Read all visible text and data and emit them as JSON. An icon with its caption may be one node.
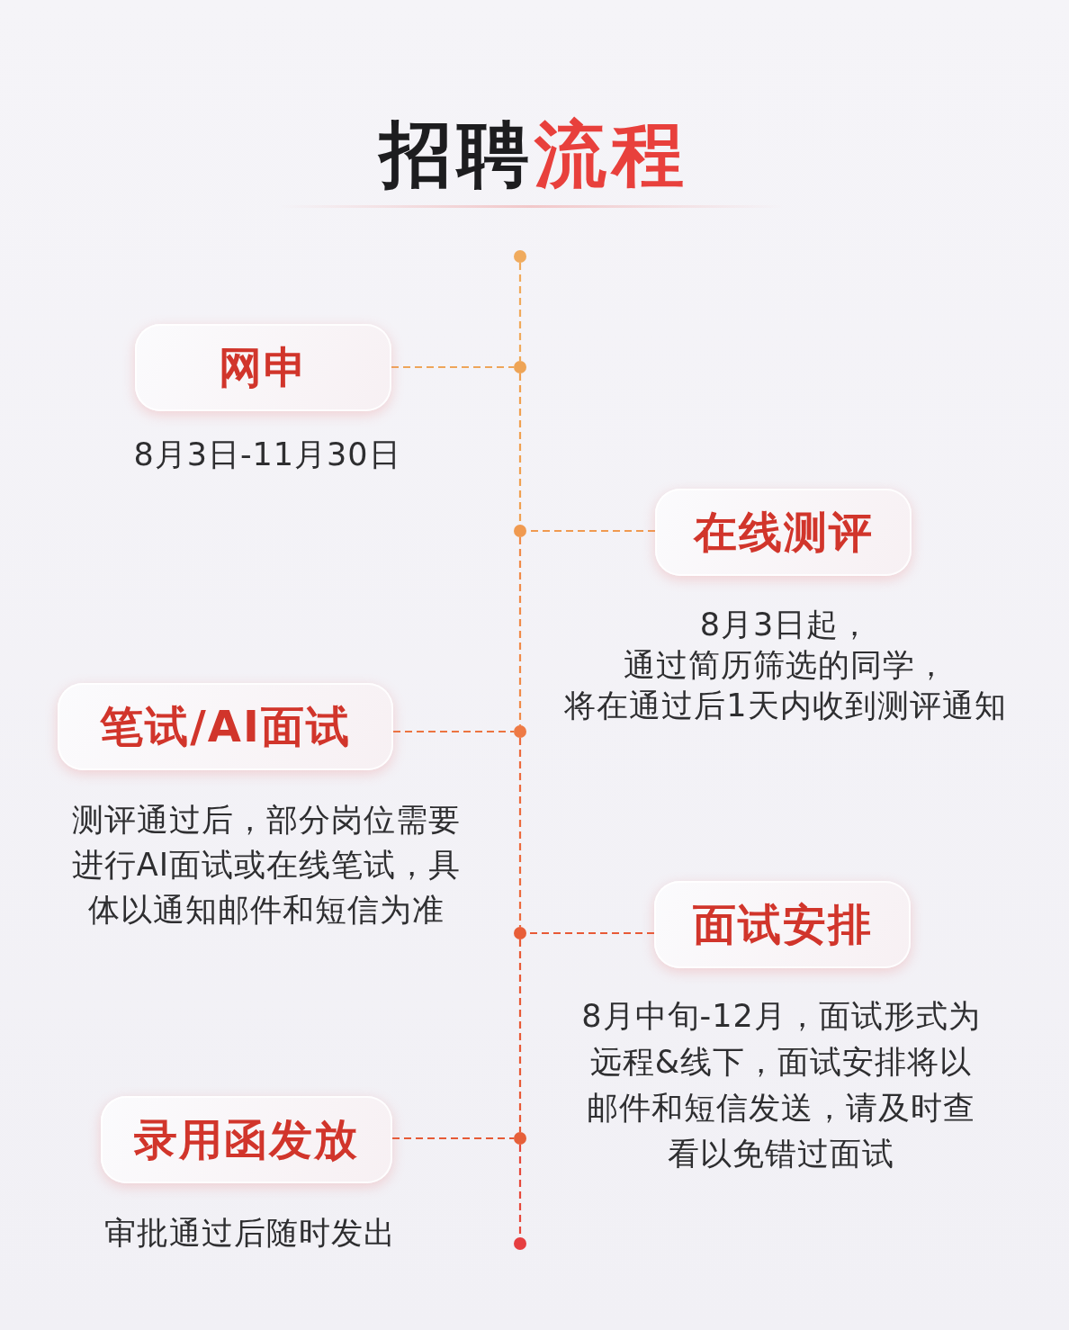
{
  "diagram": {
    "title": "招聘**流程**",
    "nodes": [
      {
        "text": [
          "网申"
        ],
        "beside": [
          "8月3日-11月30日"
        ]
      },
      {
        "text": [
          "在线测评"
        ],
        "beside": [
          "8月3日起，通过简历筛选的同学，将在通过后1天内收到测评通知"
        ]
      },
      {
        "text": [
          "笔试/AI面试"
        ],
        "beside": [
          "测评通过后，部分岗位需要进行AI面试或在线笔试，具体以通知邮件和短信为准"
        ]
      },
      {
        "text": [
          "面试安排"
        ],
        "beside": [
          "8月中旬-12月，面试形式为远程&线下，面试安排将以邮件和短信发送，请及时查看以免错过面试"
        ]
      },
      {
        "text": [
          "录用函发放"
        ],
        "beside": [
          "审批通过后随时发出"
        ]
      },
      {
        "text": [],
        "shape": "circle"
      },
      {
        "text": [],
        "shape": "circle"
      },
      {
        "text": [],
        "shape": "circle"
      },
      {
        "text": [],
        "shape": "circle"
      },
      {
        "text": [],
        "shape": "circle"
      },
      {
        "text": [],
        "shape": "circle"
      },
      {
        "text": [],
        "shape": "circle"
      }
    ],
    "edges": [
      {
        "from": 5,
        "to": 6,
        "arrow": "none",
        "style": "dashed",
        "color": "#f0a95a"
      },
      {
        "from": 6,
        "to": 7,
        "arrow": "none",
        "style": "dashed",
        "color": "#f0a050"
      },
      {
        "from": 7,
        "to": 8,
        "arrow": "none",
        "style": "dashed",
        "color": "#f08a48"
      },
      {
        "from": 8,
        "to": 9,
        "arrow": "none",
        "style": "dashed",
        "color": "#ec6a3c"
      },
      {
        "from": 9,
        "to": 10,
        "arrow": "none",
        "style": "dashed",
        "color": "#e85a36"
      },
      {
        "from": 10,
        "to": 11,
        "arrow": "none",
        "style": "dashed",
        "color": "#e6483a"
      },
      {
        "from": 0,
        "to": 6,
        "arrow": "none",
        "style": "dashed",
        "color": "#eea55a"
      },
      {
        "from": 1,
        "to": 7,
        "arrow": "none",
        "style": "dashed",
        "color": "#f09a50"
      },
      {
        "from": 2,
        "to": 8,
        "arrow": "none",
        "style": "dashed",
        "color": "#ec7440"
      },
      {
        "from": 3,
        "to": 9,
        "arrow": "none",
        "style": "dashed",
        "color": "#e85a36"
      },
      {
        "from": 4,
        "to": 10,
        "arrow": "none",
        "style": "dashed",
        "color": "#e65a36"
      }
    ]
  }
}
